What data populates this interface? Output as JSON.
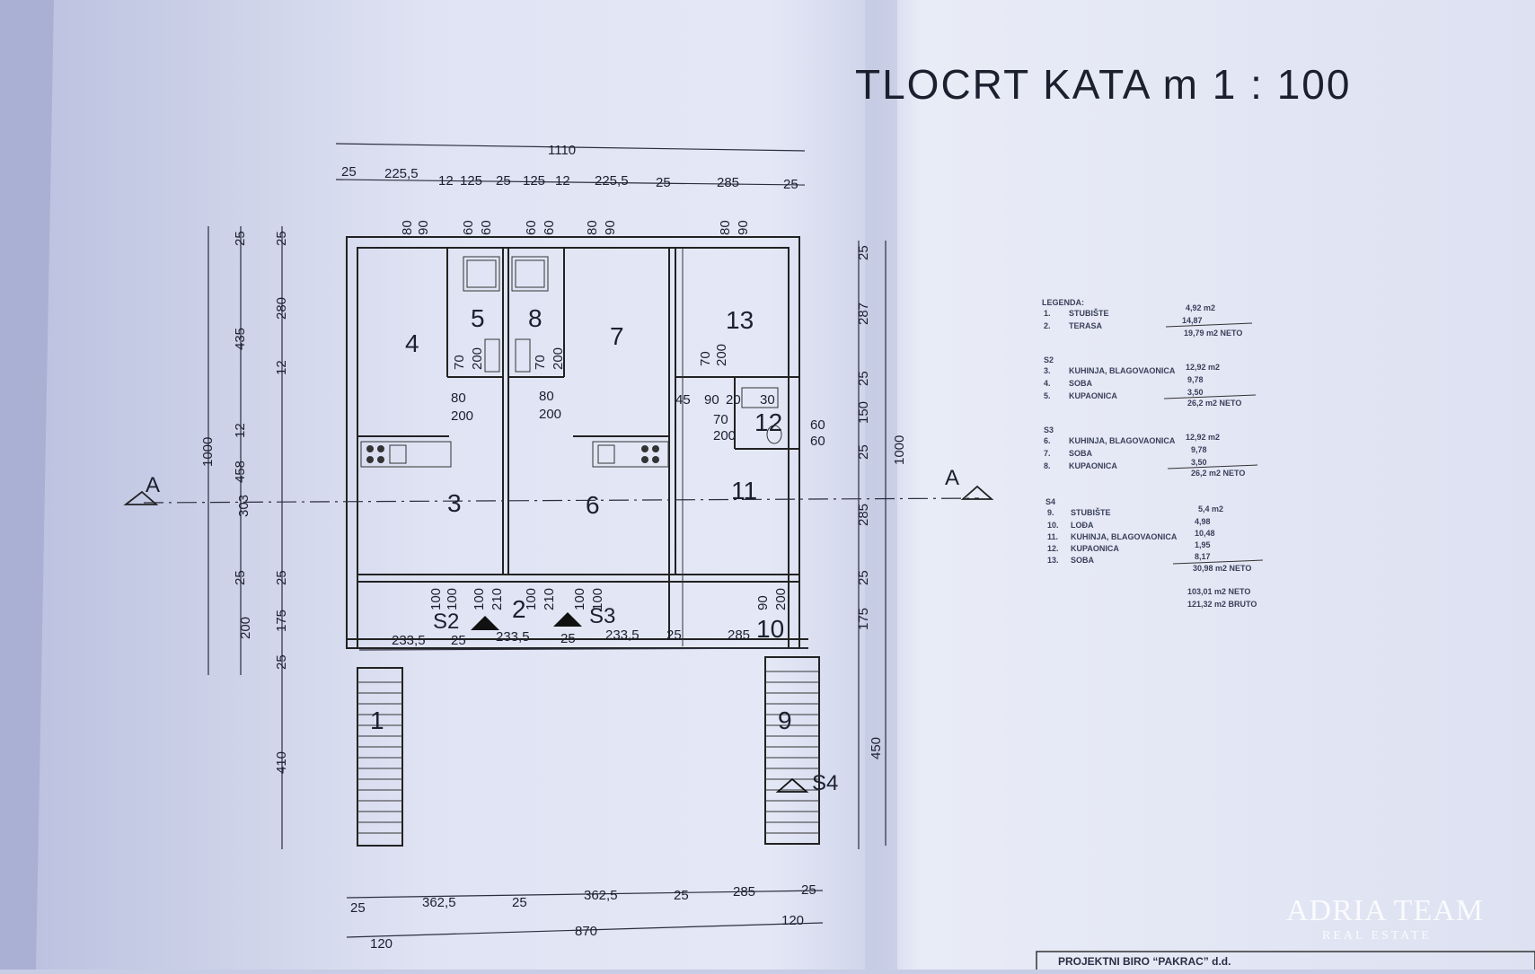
{
  "drawing": {
    "title": "TLOCRT KATA   m 1 : 100",
    "rooms": [
      "1",
      "2",
      "3",
      "4",
      "5",
      "6",
      "7",
      "8",
      "9",
      "10",
      "11",
      "12",
      "13"
    ],
    "units": [
      "S2",
      "S3",
      "S4"
    ],
    "section_mark": "A",
    "dims_top_total": "1110",
    "dims_top": [
      "25",
      "225,5",
      "12",
      "125",
      "25",
      "125",
      "12",
      "225,5",
      "25",
      "285",
      "25"
    ],
    "dims_left_outer": [
      "1000",
      "200"
    ],
    "dims_left_inner": [
      "25",
      "435",
      "12",
      "458",
      "25"
    ],
    "dims_left_innermost": [
      "25",
      "280",
      "12",
      "303",
      "25",
      "175",
      "25",
      "410"
    ],
    "dims_right": [
      "25",
      "287",
      "25",
      "150",
      "25",
      "285",
      "25",
      "175",
      "450",
      "1000"
    ],
    "dims_bottom": [
      "25",
      "362,5",
      "25",
      "362,5",
      "25",
      "285",
      "25"
    ],
    "dims_bottom_total": [
      "120",
      "870",
      "120"
    ],
    "dims_inner": [
      "80",
      "90",
      "60",
      "60",
      "60",
      "60",
      "80",
      "90",
      "80",
      "90",
      "70",
      "200",
      "80",
      "200",
      "70",
      "200",
      "80",
      "200",
      "45",
      "90",
      "20",
      "30",
      "70",
      "200",
      "60",
      "60",
      "70",
      "200",
      "100",
      "100",
      "100",
      "210",
      "100",
      "210",
      "100",
      "100",
      "90",
      "200",
      "233,5",
      "25",
      "233,5",
      "25",
      "233,5",
      "25",
      "285"
    ]
  },
  "legend": {
    "heading": "LEGENDA:",
    "groups": [
      {
        "unit": "",
        "rows": [
          {
            "no": "1.",
            "name": "STUBIŠTE",
            "area": "4,92 m2"
          },
          {
            "no": "2.",
            "name": "TERASA",
            "area": "14,87"
          }
        ],
        "total": "19,79 m2 NETO"
      },
      {
        "unit": "S2",
        "rows": [
          {
            "no": "3.",
            "name": "KUHINJA, BLAGOVAONICA",
            "area": "12,92 m2"
          },
          {
            "no": "4.",
            "name": "SOBA",
            "area": "9,78"
          },
          {
            "no": "5.",
            "name": "KUPAONICA",
            "area": "3,50"
          }
        ],
        "total": "26,2 m2 NETO"
      },
      {
        "unit": "S3",
        "rows": [
          {
            "no": "6.",
            "name": "KUHINJA, BLAGOVAONICA",
            "area": "12,92 m2"
          },
          {
            "no": "7.",
            "name": "SOBA",
            "area": "9,78"
          },
          {
            "no": "8.",
            "name": "KUPAONICA",
            "area": "3,50"
          }
        ],
        "total": "26,2 m2 NETO"
      },
      {
        "unit": "S4",
        "rows": [
          {
            "no": "9.",
            "name": "STUBIŠTE",
            "area": "5,4 m2"
          },
          {
            "no": "10.",
            "name": "LOĐA",
            "area": "4,98"
          },
          {
            "no": "11.",
            "name": "KUHINJA, BLAGOVAONICA",
            "area": "10,48"
          },
          {
            "no": "12.",
            "name": "KUPAONICA",
            "area": "1,95"
          },
          {
            "no": "13.",
            "name": "SOBA",
            "area": "8,17"
          }
        ],
        "total": "30,98 m2 NETO"
      }
    ],
    "grand_net": "103,01 m2 NETO",
    "grand_gross": "121,32 m2 BRUTO"
  },
  "office": "PROJEKTNI BIRO “PAKRAC” d.d.",
  "watermark": {
    "line1": "ADRIA TEAM",
    "line2": "REAL ESTATE"
  },
  "colors": {
    "paper": "#e6e9f6",
    "paper_shadow": "#aeb5d6",
    "ink": "#222222",
    "watermark": "#ffffff"
  }
}
